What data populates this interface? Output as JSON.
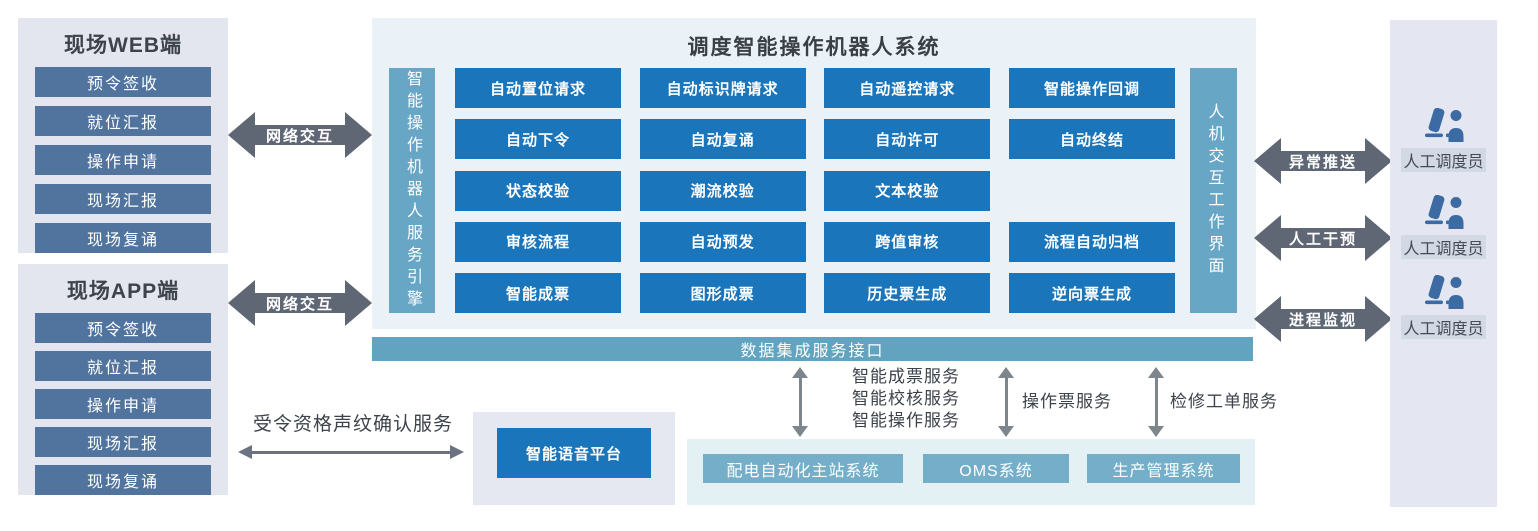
{
  "left_panels": [
    {
      "title": "现场WEB端",
      "items": [
        "预令签收",
        "就位汇报",
        "操作申请",
        "现场汇报",
        "现场复诵"
      ]
    },
    {
      "title": "现场APP端",
      "items": [
        "预令签收",
        "就位汇报",
        "操作申请",
        "现场汇报",
        "现场复诵"
      ]
    }
  ],
  "network_arrows": [
    {
      "label": "网络交互"
    },
    {
      "label": "网络交互"
    }
  ],
  "main_system": {
    "title": "调度智能操作机器人系统",
    "left_bar": "智能操作机器人服务引擎",
    "right_bar": "人机交互工作界面",
    "rows": [
      [
        "自动置位请求",
        "自动标识牌请求",
        "自动遥控请求",
        "智能操作回调"
      ],
      [
        "自动下令",
        "自动复诵",
        "自动许可",
        "自动终结"
      ],
      [
        "状态校验",
        "潮流校验",
        "文本校验"
      ],
      [
        "审核流程",
        "自动预发",
        "跨值审核",
        "流程自动归档"
      ],
      [
        "智能成票",
        "图形成票",
        "历史票生成",
        "逆向票生成"
      ]
    ]
  },
  "data_bar_label": "数据集成服务接口",
  "integration_services": [
    {
      "lines": [
        "智能成票服务",
        "智能校核服务",
        "智能操作服务"
      ]
    },
    {
      "lines": [
        "操作票服务"
      ]
    },
    {
      "lines": [
        "检修工单服务"
      ]
    }
  ],
  "voice": {
    "arrow_label": "受令资格声纹确认服务",
    "platform": "智能语音平台"
  },
  "external_systems": [
    "配电自动化主站系统",
    "OMS系统",
    "生产管理系统"
  ],
  "right_arrows": [
    {
      "label": "异常推送"
    },
    {
      "label": "人工干预"
    },
    {
      "label": "进程监视"
    }
  ],
  "dispatcher_label": "人工调度员",
  "icons": {
    "dispatcher": "person-at-computer-icon"
  },
  "colors": {
    "accent_blue": "#1b75ba",
    "steel_blue": "#68a6c6",
    "data_bar_blue": "#62a4c0",
    "system_bar_blue": "#74aec8",
    "slate_item_blue": "#51749f",
    "arrow_gray": "#5f6775",
    "panel_lavender": "#e3e5ef",
    "panel_light_blue": "#eaf2f7",
    "panel_light_cyan": "#e3f1f4",
    "dispatcher_icon_blue": "#3c6aa3",
    "text_dark": "#3d434b"
  }
}
